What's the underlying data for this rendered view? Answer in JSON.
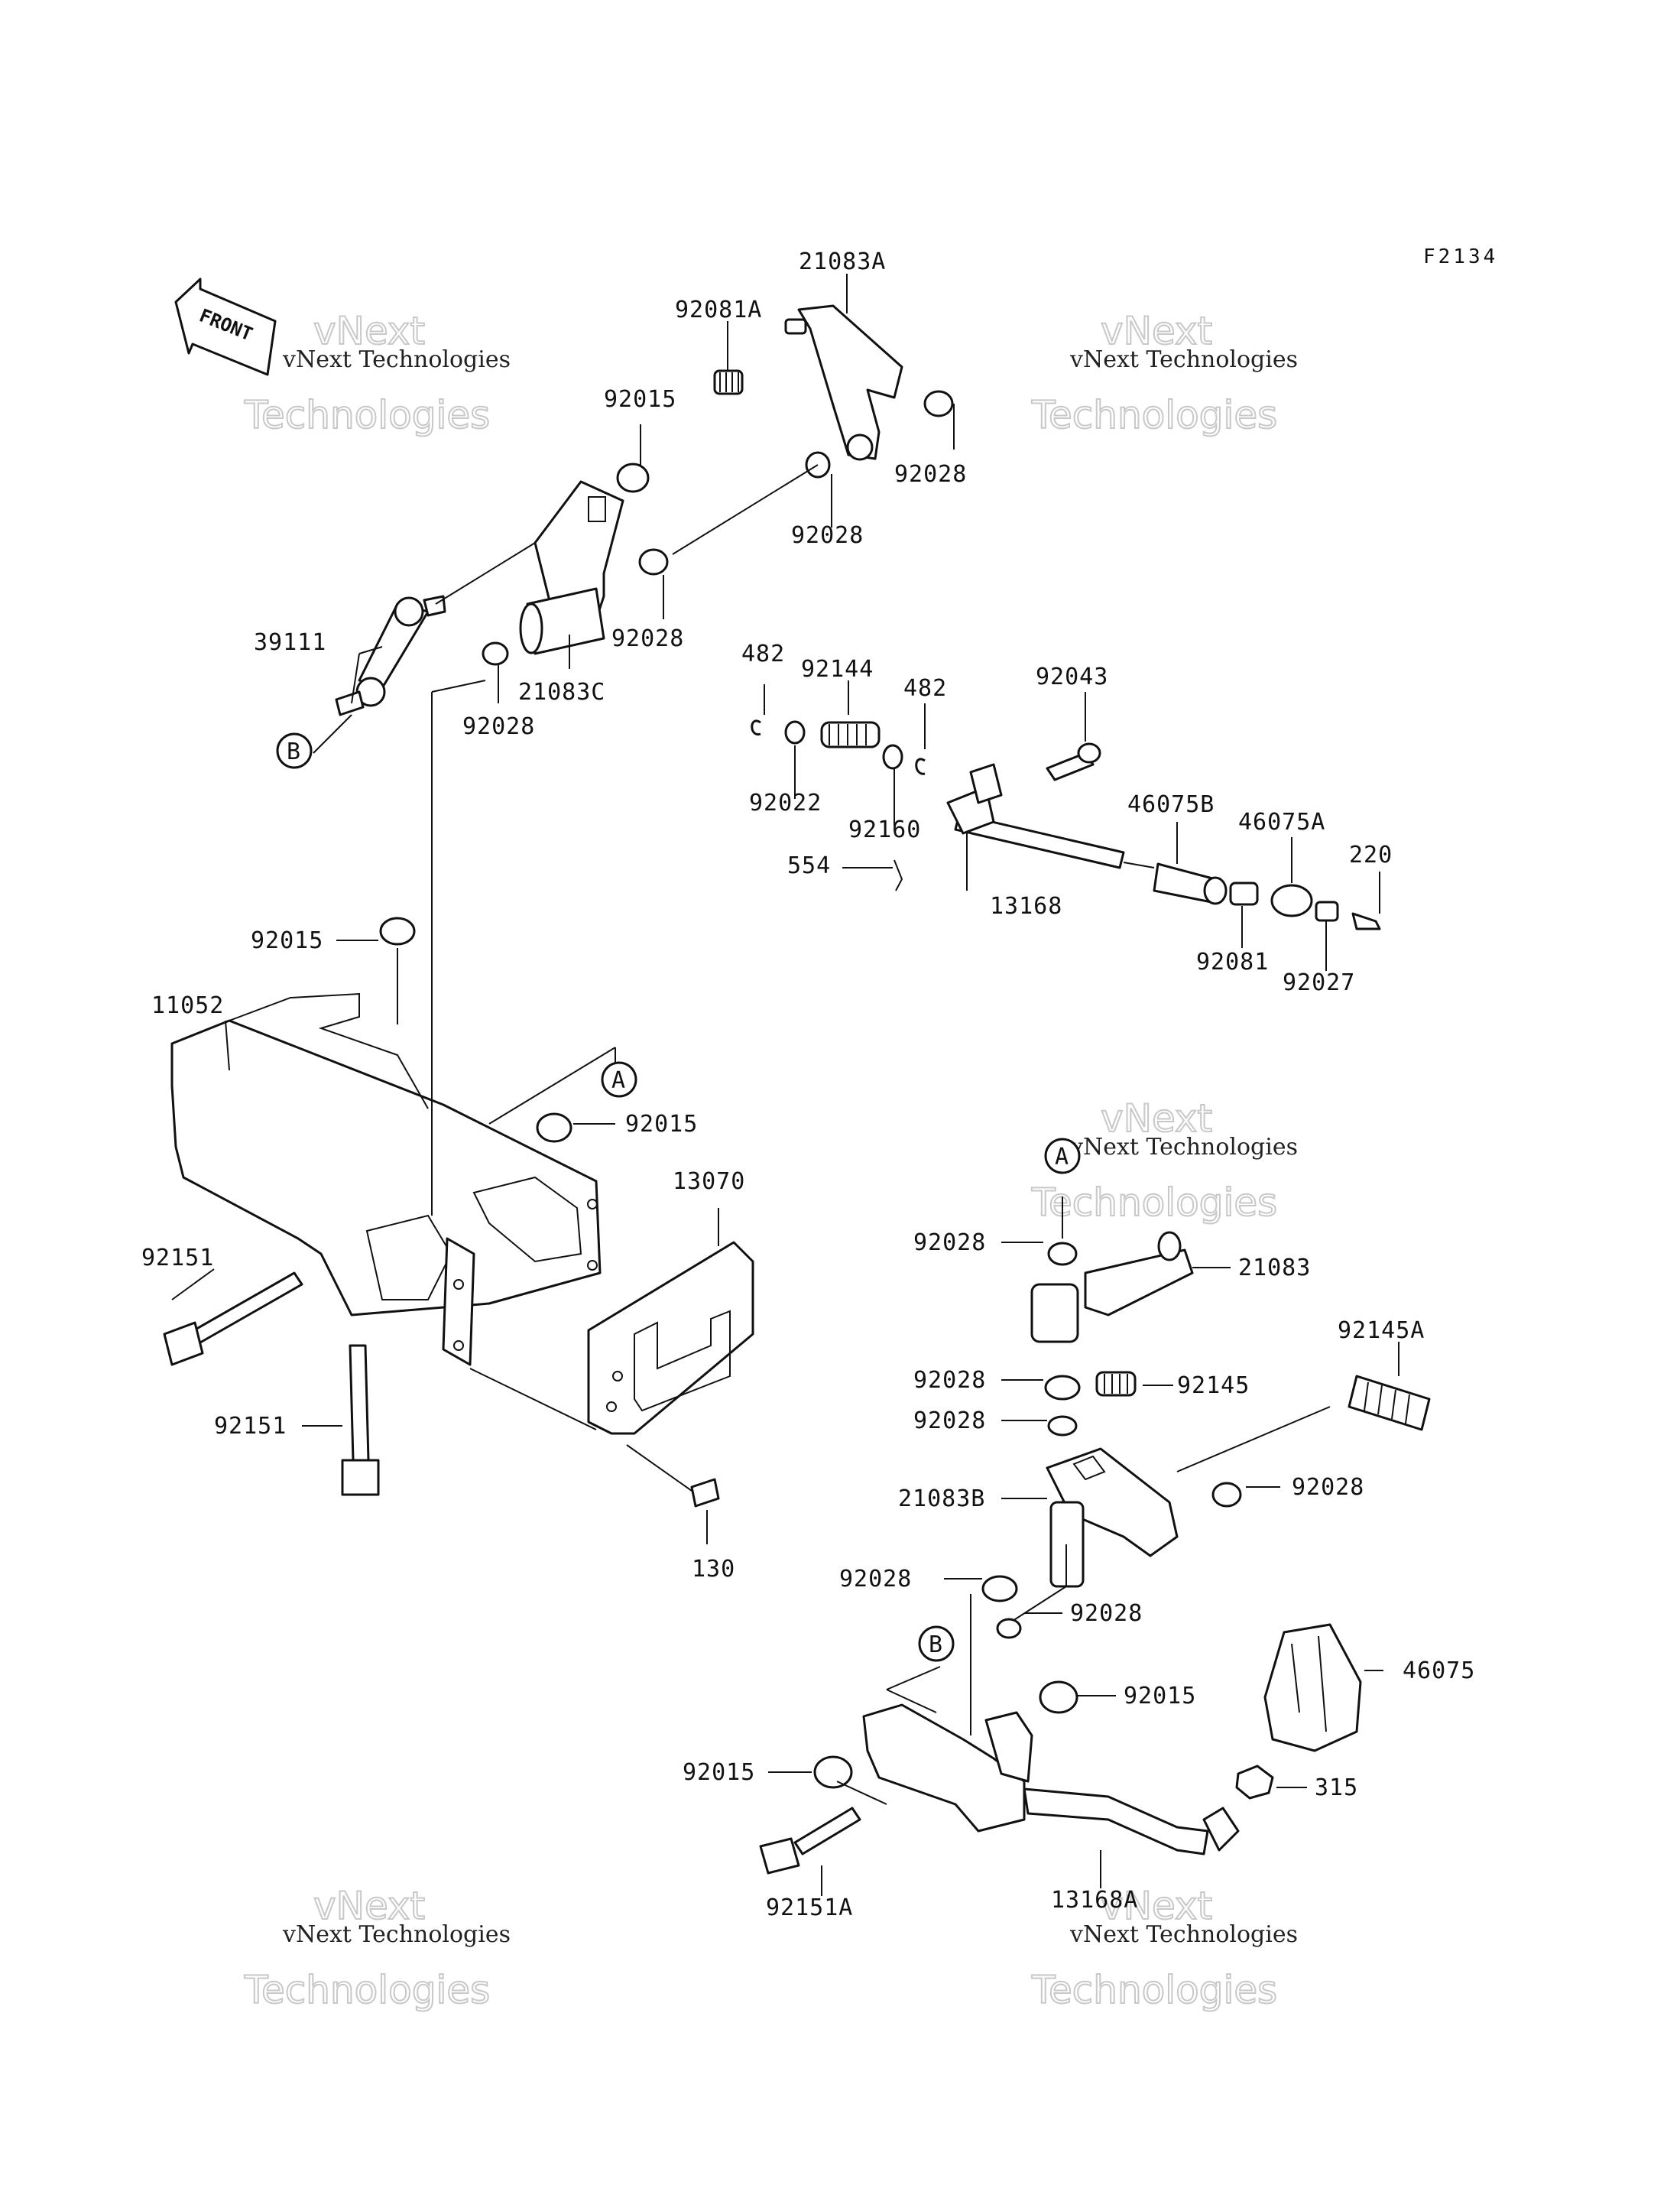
{
  "diagram_code": "F2134",
  "front_label": "FRONT",
  "watermark": {
    "small": "vNext Technologies",
    "big": "Technologies",
    "top": "vNext"
  },
  "ref_markers": [
    "A",
    "A",
    "B",
    "B"
  ],
  "labels": [
    "21083A",
    "92081A",
    "92015",
    "92028",
    "92028",
    "92028",
    "39111",
    "21083C",
    "92028",
    "482",
    "92144",
    "482",
    "92043",
    "92022",
    "92160",
    "554",
    "13168",
    "46075B",
    "46075A",
    "220",
    "92081",
    "92027",
    "92015",
    "11052",
    "92015",
    "13070",
    "92151",
    "92151",
    "130",
    "92028",
    "21083",
    "92145A",
    "92028",
    "92145",
    "92028",
    "92028",
    "21083B",
    "92028",
    "92028",
    "46075",
    "92015",
    "92015",
    "315",
    "92151A",
    "13168A"
  ]
}
